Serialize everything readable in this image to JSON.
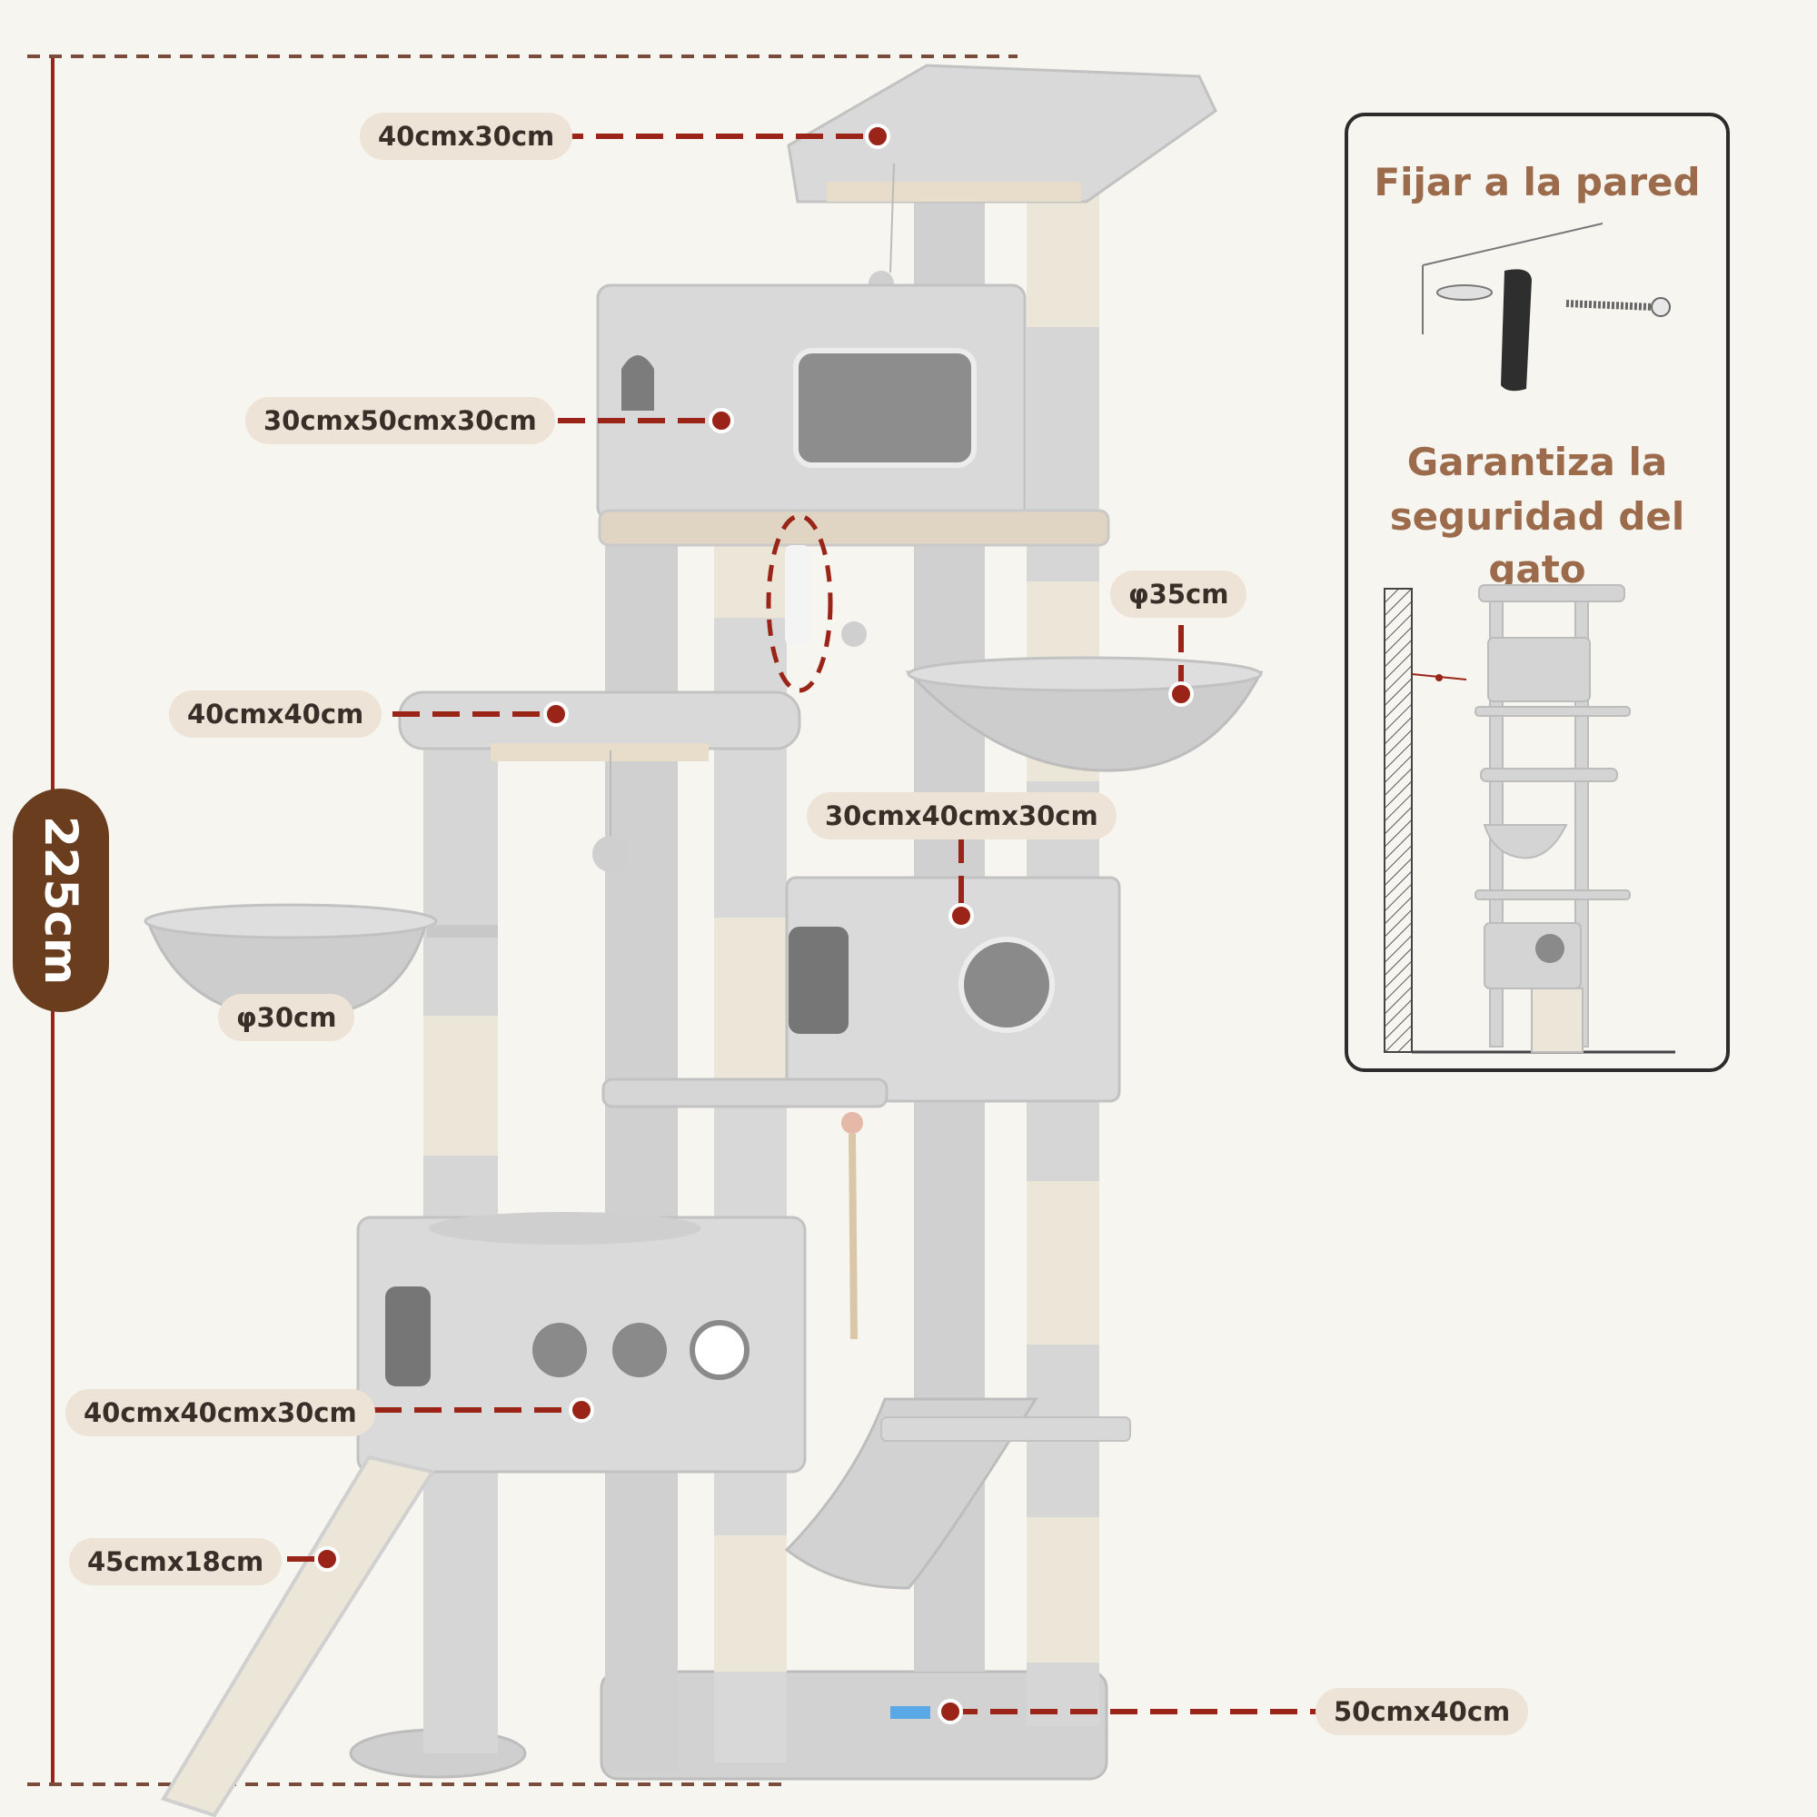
{
  "dimensions": {
    "top_platform": "40cmx30cm",
    "upper_condo": "30cmx50cmx30cm",
    "middle_platform": "40cmx40cm",
    "left_basket": "φ30cm",
    "right_basket": "φ35cm",
    "middle_condo": "30cmx40cmx30cm",
    "lower_condo": "40cmx40cmx30cm",
    "ramp": "45cmx18cm",
    "base": "50cmx40cm",
    "total_height": "225cm"
  },
  "wall_mount": {
    "title": "Fijar a la pared",
    "safety_line1": "Garantiza la",
    "safety_line2": "seguridad del gato"
  },
  "colors": {
    "background": "#f7f5f0",
    "leader": "#9a2417",
    "pill": "#ede3d6",
    "height_pill": "#6b3d1f",
    "plush": "#d4d4d4",
    "sisal": "#ece6d8",
    "heading": "#9b6b4b"
  }
}
